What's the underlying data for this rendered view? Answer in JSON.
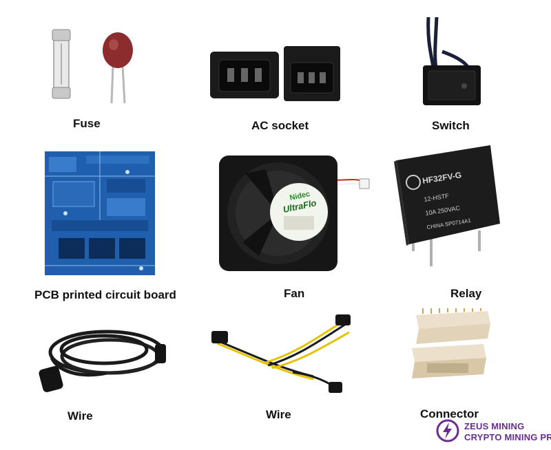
{
  "captions": {
    "fuse": "Fuse",
    "ac_socket": "AC socket",
    "switch": "Switch",
    "pcb": "PCB printed circuit board",
    "fan": "Fan",
    "relay": "Relay",
    "wire_cable": "Wire",
    "wire_harness": "Wire",
    "connector": "Connector"
  },
  "fan_label": {
    "brand_top": "Nidec",
    "brand_bottom": "UltraFlo"
  },
  "relay_label": {
    "model": "HF32FV-G",
    "line1": "12-HSTF",
    "line2": "10A 250VAC",
    "line3": "CHINA SP0714A1"
  },
  "watermark": {
    "line1": "ZEUS MINING",
    "line2": "CRYPTO MINING PRO"
  },
  "colors": {
    "brand": "#6a2c91",
    "pcb": "#1f5fae",
    "wire_yellow": "#e6c200"
  }
}
